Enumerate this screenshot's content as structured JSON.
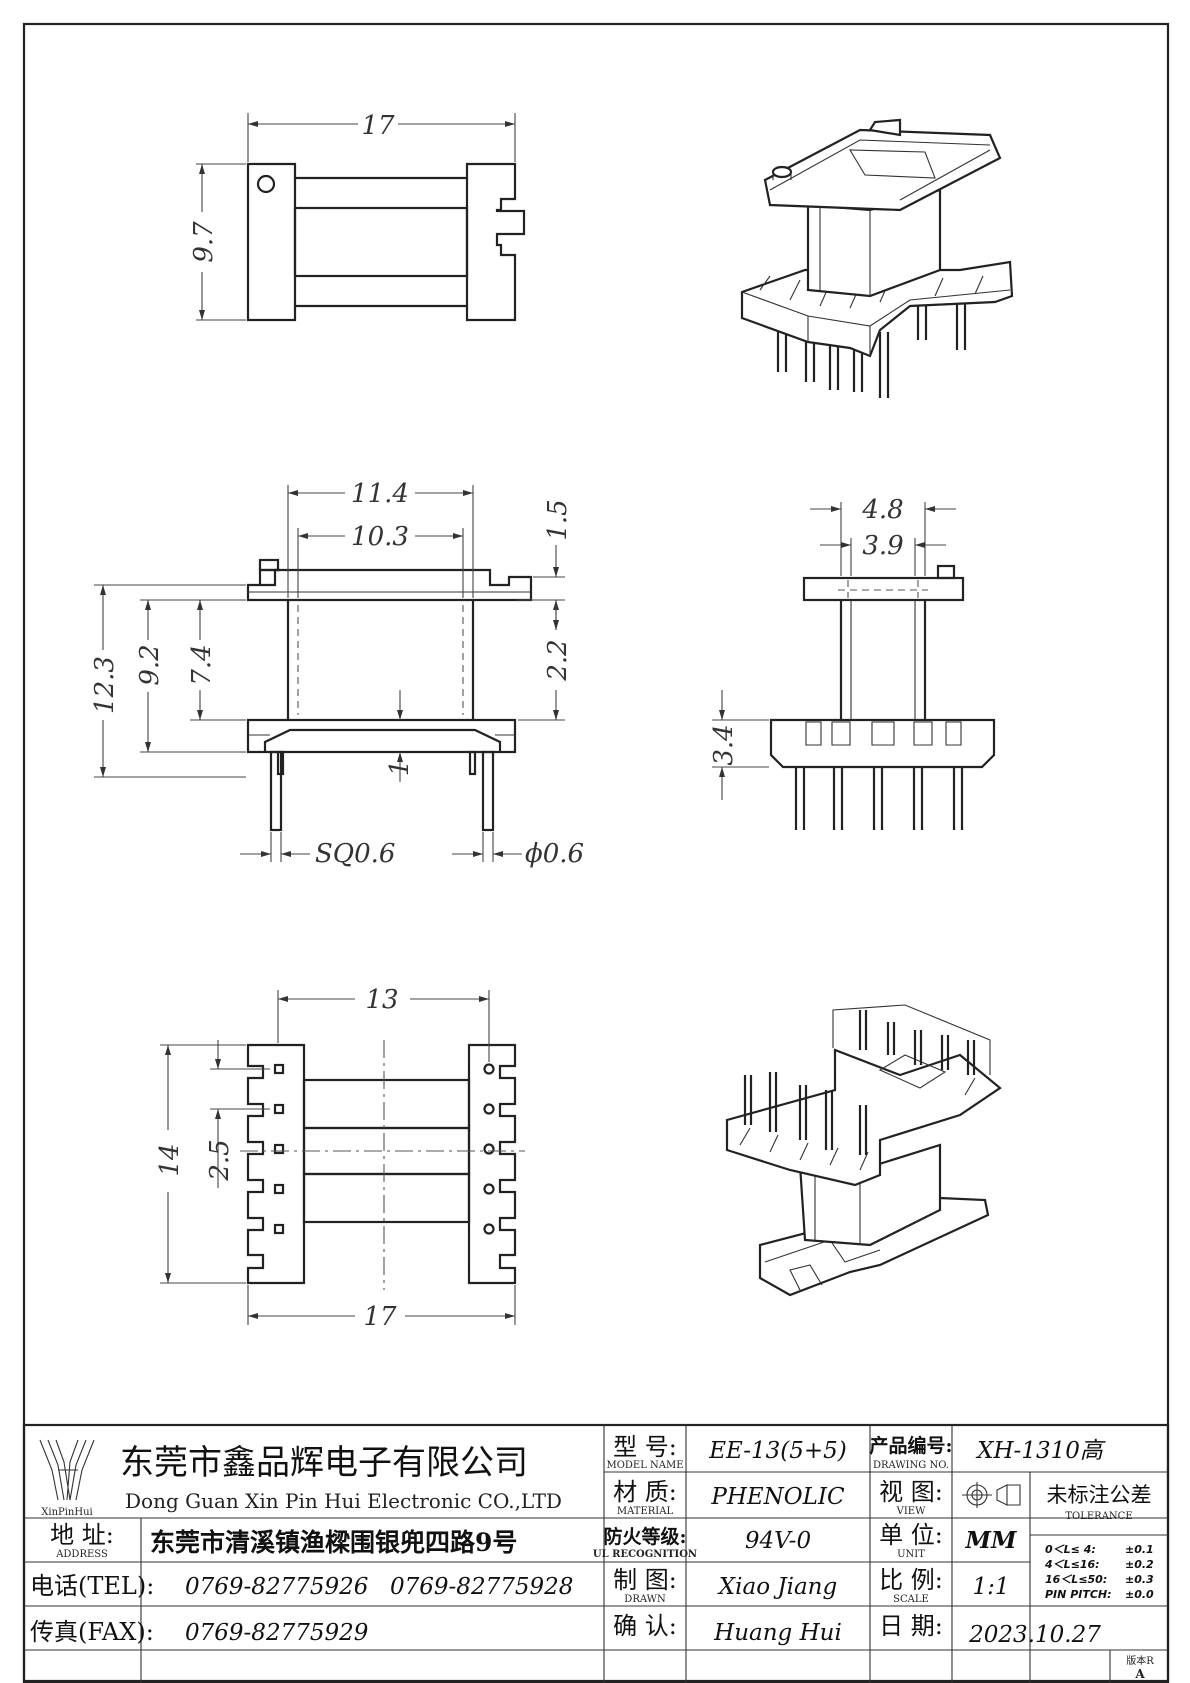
{
  "dimensions": {
    "top_width": "17",
    "top_height": "9.7",
    "front_w1": "11.4",
    "front_w2": "10.3",
    "front_h_total": "12.3",
    "front_h_inner": "9.2",
    "front_h_core": "7.4",
    "front_flange": "1.5",
    "front_gap": "2.2",
    "front_base": "1",
    "pin_square": "SQ0.6",
    "pin_round": "ϕ0.6",
    "side_w1": "4.8",
    "side_w2": "3.9",
    "side_h": "3.4",
    "bottom_inner": "13",
    "bottom_height": "14",
    "bottom_pitch": "2.5",
    "bottom_width": "17"
  },
  "title_block": {
    "company_cn": "东莞市鑫品辉电子有限公司",
    "company_en": "Dong Guan Xin Pin Hui Electronic CO.,LTD",
    "logo_text": "XinPinHui",
    "address_label": "地  址:",
    "address_label_en": "ADDRESS",
    "address": "东莞市清溪镇渔樑围银兜四路9号",
    "tel_label": "电话(TEL):",
    "tel1": "0769-82775926",
    "tel2": "0769-82775928",
    "fax_label": "传真(FAX):",
    "fax": "0769-82775929",
    "model_label": "型  号:",
    "model_label_en": "MODEL NAME",
    "model": "EE-13(5+5)",
    "material_label": "材  质:",
    "material_label_en": "MATERIAL",
    "material": "PHENOLIC",
    "fire_label": "防火等级:",
    "fire_label_en": "UL RECOGNITION",
    "fire": "94V-0",
    "drawn_label": "制  图:",
    "drawn_label_en": "DRAWN",
    "drawn": "Xiao Jiang",
    "confirm_label": "确  认:",
    "confirm": "Huang Hui",
    "product_label": "产品编号:",
    "product_label_en": "DRAWING NO.",
    "product": "XH-1310高",
    "view_label": "视  图:",
    "view_label_en": "VIEW",
    "unit_label": "单  位:",
    "unit_label_en": "UNIT",
    "unit": "MM",
    "scale_label": "比  例:",
    "scale_label_en": "SCALE",
    "scale": "1:1",
    "date_label": "日  期:",
    "date": "2023.10.27",
    "tolerance_title": "未标注公差",
    "tolerance_en": "TOLERANCE",
    "tol1": "0＜L≤ 4:",
    "tol1v": "±0.1",
    "tol2": "4＜L≤16:",
    "tol2v": "±0.2",
    "tol3": "16＜L≤50:",
    "tol3v": "±0.3",
    "tol4": "PIN PITCH:",
    "tol4v": "±0.0",
    "version_label": "版本R",
    "version": "A"
  }
}
